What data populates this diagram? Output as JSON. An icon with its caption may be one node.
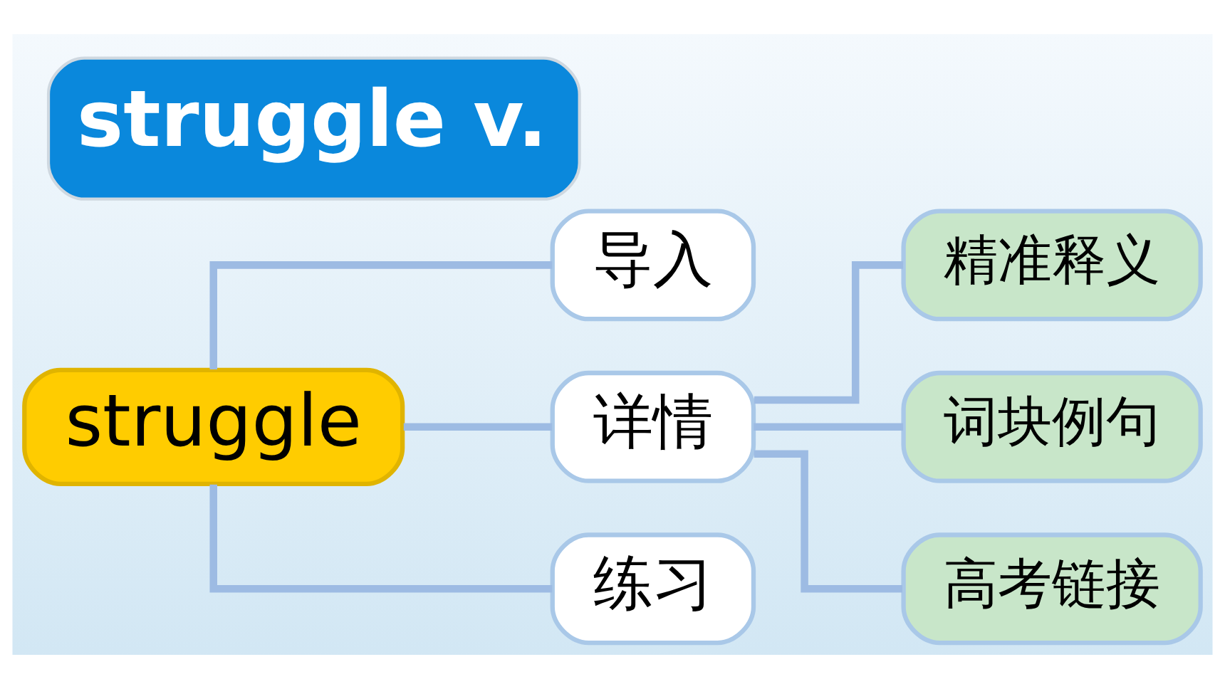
{
  "diagram": {
    "title": "struggle v.",
    "nodes": [
      {
        "text": [
          "struggle"
        ]
      },
      {
        "text": [
          "导入"
        ]
      },
      {
        "text": [
          "详情"
        ]
      },
      {
        "text": [
          "练习"
        ]
      },
      {
        "text": [
          "精准释义"
        ]
      },
      {
        "text": [
          "词块例句"
        ]
      },
      {
        "text": [
          "高考链接"
        ]
      }
    ],
    "edges": [
      {
        "from": 0,
        "to": 1,
        "arrow": "none"
      },
      {
        "from": 0,
        "to": 2,
        "arrow": "none"
      },
      {
        "from": 0,
        "to": 3,
        "arrow": "none"
      },
      {
        "from": 2,
        "to": 4,
        "arrow": "none"
      },
      {
        "from": 2,
        "to": 5,
        "arrow": "none"
      },
      {
        "from": 2,
        "to": 6,
        "arrow": "none"
      }
    ]
  }
}
